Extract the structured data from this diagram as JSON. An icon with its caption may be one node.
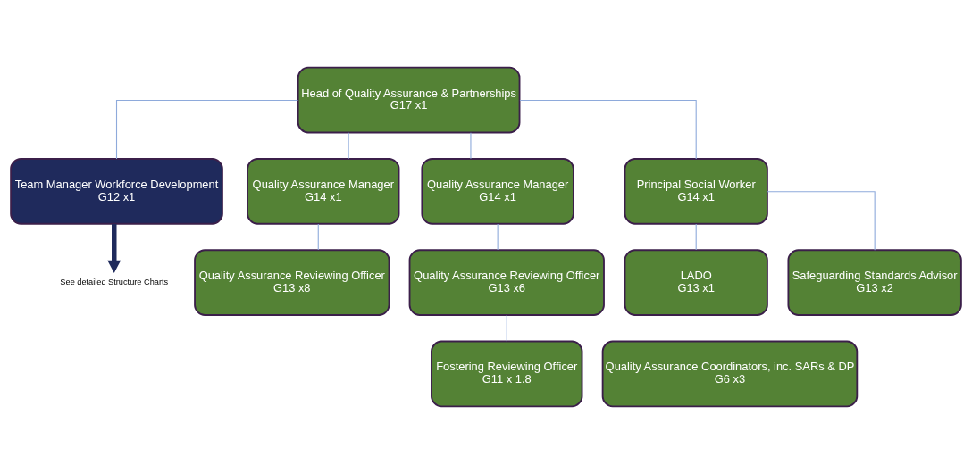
{
  "diagram": {
    "nodes": [
      {
        "text": [
          "Head of Quality Assurance & Partnerships",
          "G17 x1"
        ]
      },
      {
        "text": [
          "Team Manager Workforce Development",
          "G12 x1"
        ]
      },
      {
        "text": [
          "Quality Assurance Manager",
          "G14 x1"
        ]
      },
      {
        "text": [
          "Quality Assurance Manager",
          "G14 x1"
        ]
      },
      {
        "text": [
          "Principal Social Worker",
          "G14 x1"
        ]
      },
      {
        "text": [
          "Quality Assurance Reviewing Officer",
          "G13 x8"
        ]
      },
      {
        "text": [
          "Quality Assurance Reviewing Officer",
          "G13 x6"
        ]
      },
      {
        "text": [
          "LADO",
          "G13 x1"
        ]
      },
      {
        "text": [
          "Safeguarding Standards Advisor",
          "G13 x2"
        ]
      },
      {
        "text": [
          "Fostering Reviewing Officer",
          "G11 x 1.8"
        ]
      },
      {
        "text": [
          "Quality Assurance Coordinators, inc. SARs & DP",
          "G6 x3"
        ]
      },
      {
        "text": [
          "See detailed Structure Charts"
        ]
      }
    ],
    "edges": [
      {
        "from": 0,
        "to": 1,
        "arrow": "none"
      },
      {
        "from": 0,
        "to": 2,
        "arrow": "none"
      },
      {
        "from": 0,
        "to": 3,
        "arrow": "none"
      },
      {
        "from": 0,
        "to": 4,
        "arrow": "none"
      },
      {
        "from": 2,
        "to": 5,
        "arrow": "none"
      },
      {
        "from": 3,
        "to": 6,
        "arrow": "none"
      },
      {
        "from": 6,
        "to": 9,
        "arrow": "none"
      },
      {
        "from": 4,
        "to": 7,
        "arrow": "none"
      },
      {
        "from": 4,
        "to": 8,
        "arrow": "none"
      },
      {
        "from": 1,
        "to": 11,
        "arrow": "to",
        "style": "thick",
        "color": "#1f2a5c"
      }
    ]
  }
}
